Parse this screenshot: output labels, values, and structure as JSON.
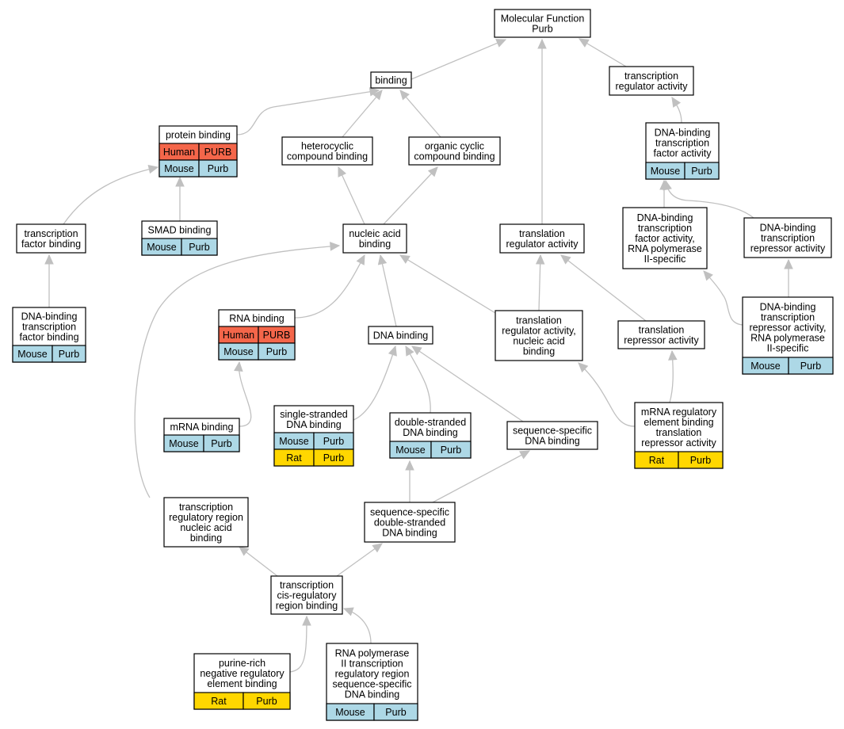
{
  "colors": {
    "Human": "#f4664a",
    "Mouse": "#add8e6",
    "Rat": "#ffd700",
    "edge": "#c0c0c0"
  },
  "nodes": {
    "mf": {
      "lines": [
        "Molecular Function",
        "Purb"
      ]
    },
    "binding": {
      "lines": [
        "binding"
      ]
    },
    "tra": {
      "lines": [
        "transcription",
        "regulator activity"
      ]
    },
    "pb": {
      "lines": [
        "protein binding"
      ]
    },
    "pb_h": {
      "species": "Human",
      "gene": "PURB"
    },
    "pb_m": {
      "species": "Mouse",
      "gene": "Purb"
    },
    "hcb": {
      "lines": [
        "heterocyclic",
        "compound binding"
      ]
    },
    "occb": {
      "lines": [
        "organic cyclic",
        "compound binding"
      ]
    },
    "dbtfa": {
      "lines": [
        "DNA-binding",
        "transcription",
        "factor activity"
      ]
    },
    "dbtfa_m": {
      "species": "Mouse",
      "gene": "Purb"
    },
    "tfb": {
      "lines": [
        "transcription",
        "factor binding"
      ]
    },
    "smad": {
      "lines": [
        "SMAD binding"
      ]
    },
    "smad_m": {
      "species": "Mouse",
      "gene": "Purb"
    },
    "nab": {
      "lines": [
        "nucleic acid",
        "binding"
      ]
    },
    "trlra": {
      "lines": [
        "translation",
        "regulator activity"
      ]
    },
    "dbtfa2": {
      "lines": [
        "DNA-binding",
        "transcription",
        "factor activity,",
        "RNA polymerase",
        "II-specific"
      ]
    },
    "dbtra": {
      "lines": [
        "DNA-binding",
        "transcription",
        "repressor activity"
      ]
    },
    "dbtfb": {
      "lines": [
        "DNA-binding",
        "transcription",
        "factor binding"
      ]
    },
    "dbtfb_m": {
      "species": "Mouse",
      "gene": "Purb"
    },
    "rnab": {
      "lines": [
        "RNA binding"
      ]
    },
    "rnab_h": {
      "species": "Human",
      "gene": "PURB"
    },
    "rnab_m": {
      "species": "Mouse",
      "gene": "Purb"
    },
    "dnab": {
      "lines": [
        "DNA binding"
      ]
    },
    "trlnab": {
      "lines": [
        "translation",
        "regulator activity,",
        "nucleic acid",
        "binding"
      ]
    },
    "trlrep": {
      "lines": [
        "translation",
        "repressor activity"
      ]
    },
    "dbtra2": {
      "lines": [
        "DNA-binding",
        "transcription",
        "repressor activity,",
        "RNA polymerase",
        "II-specific"
      ]
    },
    "dbtra2_m": {
      "species": "Mouse",
      "gene": "Purb"
    },
    "mrnab": {
      "lines": [
        "mRNA binding"
      ]
    },
    "mrnab_m": {
      "species": "Mouse",
      "gene": "Purb"
    },
    "ssdna": {
      "lines": [
        "single-stranded",
        "DNA binding"
      ]
    },
    "ssdna_m": {
      "species": "Mouse",
      "gene": "Purb"
    },
    "ssdna_r": {
      "species": "Rat",
      "gene": "Purb"
    },
    "dsdna": {
      "lines": [
        "double-stranded",
        "DNA binding"
      ]
    },
    "dsdna_m": {
      "species": "Mouse",
      "gene": "Purb"
    },
    "seqdna": {
      "lines": [
        "sequence-specific",
        "DNA binding"
      ]
    },
    "mrnareg": {
      "lines": [
        "mRNA regulatory",
        "element binding",
        "translation",
        "repressor activity"
      ]
    },
    "mrnareg_r": {
      "species": "Rat",
      "gene": "Purb"
    },
    "trrnab": {
      "lines": [
        "transcription",
        "regulatory region",
        "nucleic acid",
        "binding"
      ]
    },
    "ssdsdna": {
      "lines": [
        "sequence-specific",
        "double-stranded",
        "DNA binding"
      ]
    },
    "tcis": {
      "lines": [
        "transcription",
        "cis-regulatory",
        "region binding"
      ]
    },
    "purine": {
      "lines": [
        "purine-rich",
        "negative regulatory",
        "element binding"
      ]
    },
    "purine_r": {
      "species": "Rat",
      "gene": "Purb"
    },
    "rnapol": {
      "lines": [
        "RNA polymerase",
        "II transcription",
        "regulatory region",
        "sequence-specific",
        "DNA binding"
      ]
    },
    "rnapol_m": {
      "species": "Mouse",
      "gene": "Purb"
    }
  }
}
